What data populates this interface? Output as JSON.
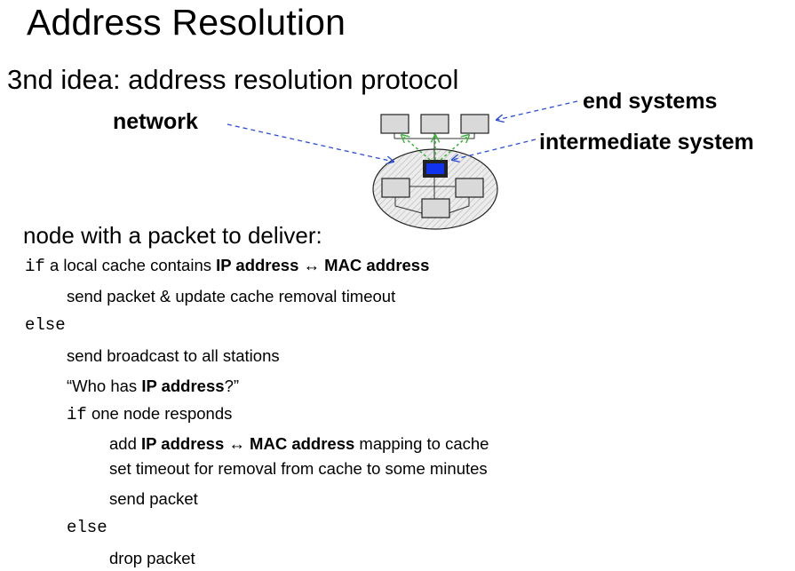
{
  "slide": {
    "title": "Address Resolution",
    "subtitle": "3nd idea: address resolution protocol"
  },
  "diagram": {
    "network_label": "network",
    "end_systems_label": "end systems",
    "intermediate_label": "intermediate system",
    "colors": {
      "arrow": "#2b4fd8",
      "green_arrow": "#3cb33c",
      "intermediate_node": "#1133ee",
      "node_fill": "#d9d9d9",
      "ellipse_fill": "#e8e8e8"
    }
  },
  "algorithm": {
    "heading": "node with a packet to deliver:",
    "kw_if": "if",
    "kw_else": "else",
    "line1_pre": "a local cache contains ",
    "line1_b1": "IP address",
    "line1_arrow": " ↔ ",
    "line1_b2": "MAC address",
    "line2": "send packet & update cache removal timeout",
    "line3": "send broadcast to all stations",
    "line4_pre": "“Who has ",
    "line4_b": "IP address",
    "line4_post": "?”",
    "line5": "one node responds",
    "line6_pre": "add ",
    "line6_b1": "IP address",
    "line6_arrow": " ↔ ",
    "line6_b2": "MAC address",
    "line6_post": " mapping to cache",
    "line7": "set timeout for removal from cache to some minutes",
    "line8": "send packet",
    "line9": "drop packet"
  }
}
